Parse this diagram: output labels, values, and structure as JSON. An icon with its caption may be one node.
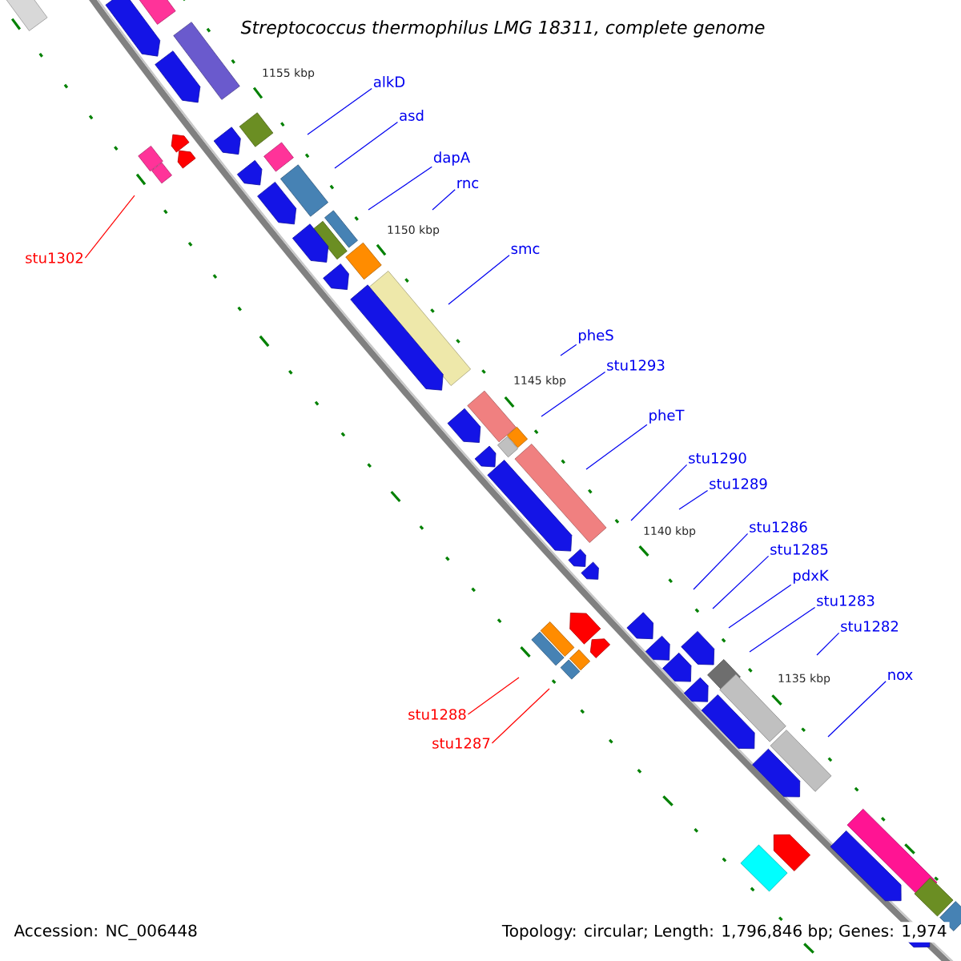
{
  "diagram": {
    "title": "Streptococcus thermophilus LMG 18311, complete genome",
    "nodes": [
      {
        "text": [
          "alkD"
        ]
      },
      {
        "text": [
          "asd"
        ]
      },
      {
        "text": [
          "dapA"
        ]
      },
      {
        "text": [
          "rnc"
        ]
      },
      {
        "text": [
          "stu1302"
        ]
      },
      {
        "text": [
          "smc"
        ]
      },
      {
        "text": [
          "pheS"
        ]
      },
      {
        "text": [
          "stu1293"
        ]
      },
      {
        "text": [
          "pheT"
        ]
      },
      {
        "text": [
          "stu1290"
        ]
      },
      {
        "text": [
          "stu1289"
        ]
      },
      {
        "text": [
          "stu1286"
        ]
      },
      {
        "text": [
          "stu1285"
        ]
      },
      {
        "text": [
          "pdxK"
        ]
      },
      {
        "text": [
          "stu1283"
        ]
      },
      {
        "text": [
          "stu1282"
        ]
      },
      {
        "text": [
          "nox"
        ]
      },
      {
        "text": [
          "stu1288"
        ]
      },
      {
        "text": [
          "stu1287"
        ]
      }
    ],
    "edges": [
      {
        "from": 0,
        "to": null,
        "arrow": "none"
      },
      {
        "from": 1,
        "to": null,
        "arrow": "none"
      },
      {
        "from": 2,
        "to": null,
        "arrow": "none"
      },
      {
        "from": 3,
        "to": null,
        "arrow": "none"
      },
      {
        "from": 4,
        "to": null,
        "arrow": "none",
        "color": "#ff0000"
      },
      {
        "from": 5,
        "to": null,
        "arrow": "none"
      },
      {
        "from": 6,
        "to": null,
        "arrow": "none"
      },
      {
        "from": 7,
        "to": null,
        "arrow": "none"
      },
      {
        "from": 8,
        "to": null,
        "arrow": "none"
      },
      {
        "from": 9,
        "to": null,
        "arrow": "none"
      },
      {
        "from": 10,
        "to": null,
        "arrow": "none"
      },
      {
        "from": 11,
        "to": null,
        "arrow": "none"
      },
      {
        "from": 12,
        "to": null,
        "arrow": "none"
      },
      {
        "from": 13,
        "to": null,
        "arrow": "none"
      },
      {
        "from": 14,
        "to": null,
        "arrow": "none"
      },
      {
        "from": 15,
        "to": null,
        "arrow": "none"
      },
      {
        "from": 16,
        "to": null,
        "arrow": "none"
      },
      {
        "from": 17,
        "to": null,
        "arrow": "none",
        "color": "#ff0000"
      },
      {
        "from": 18,
        "to": null,
        "arrow": "none",
        "color": "#ff0000"
      }
    ],
    "labels": [
      "1155 kbp",
      "1150 kbp",
      "1145 kbp",
      "1140 kbp",
      "1135 kbp",
      "Accession: NC_006448",
      "Topology: circular; Length: 1,796,846 bp; Genes: 1,974"
    ]
  }
}
